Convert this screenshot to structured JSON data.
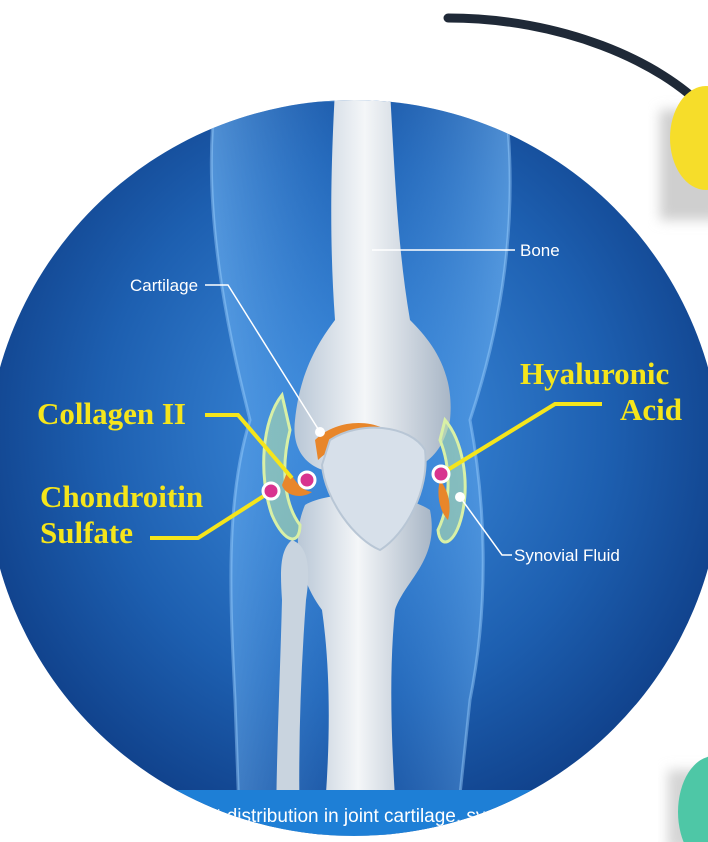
{
  "labels": {
    "bone": "Bone",
    "cartilage": "Cartilage",
    "synovial_fluid": "Synovial Fluid",
    "hyaluronic_line1": "Hyaluronic",
    "hyaluronic_line2": "Acid",
    "collagen": "Collagen II",
    "chondroitin_line1": "Chondroitin",
    "chondroitin_line2": "Sulfate"
  },
  "caption": "ent distribution in joint cartilage, synovial fl",
  "colors": {
    "background_blue": "#1d5fb0",
    "label_yellow": "#f5e51b",
    "cartilage_orange": "#e8862a",
    "marker_pink": "#d8338f",
    "accent_yellow": "#f6dd2a",
    "accent_teal": "#4ec7a6",
    "arc_dark": "#1f2937"
  }
}
